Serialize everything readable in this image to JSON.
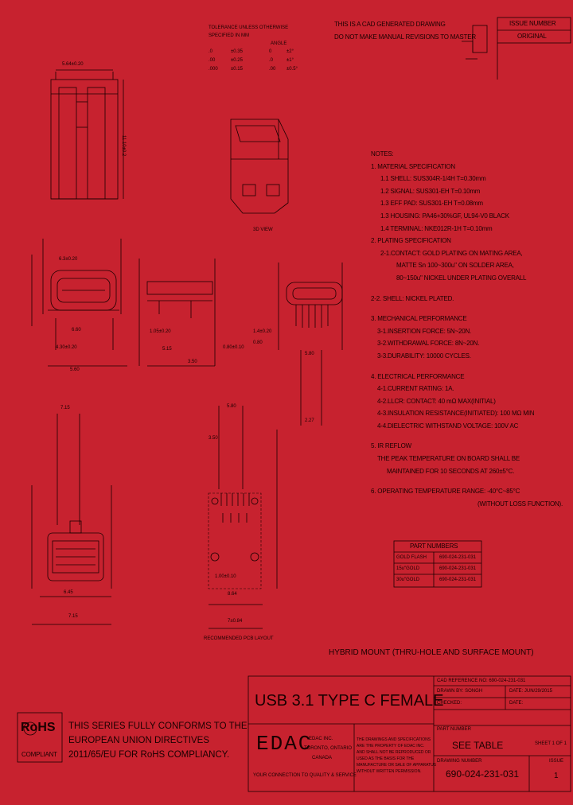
{
  "header": {
    "cad_note_line1": "THIS IS A CAD GENERATED DRAWING",
    "cad_note_line2": "DO NOT MAKE MANUAL REVISIONS TO MASTER",
    "issue_number_label": "ISSUE NUMBER",
    "issue_value": "ORIGINAL"
  },
  "tolerance": {
    "title": "TOLERANCE UNLESS OTHERWISE",
    "subtitle": "SPECIFIED IN MM",
    "angle_label": "ANGLE",
    "rows": [
      {
        "a": ".0",
        "b": "±0.35",
        "c": "0",
        "d": "±2°"
      },
      {
        "a": ".00",
        "b": "±0.25",
        "c": ".0",
        "d": "±1°"
      },
      {
        "a": ".000",
        "b": "±0.15",
        "c": ".00",
        "d": "±0.5°"
      }
    ]
  },
  "dims": {
    "top_width": "5.64±0.20",
    "side_len": "11.10±0.2",
    "iso_label": "3D VIEW",
    "d1": "6.3±0.20",
    "d2": "6.60",
    "d3": "4.30±0.20",
    "d4": "5.60",
    "d5": "1.05±0.20",
    "d6": "5.15",
    "d7": "3.50",
    "d8": "0.80±0.10",
    "d9": "1.4±0.20",
    "d10": "0.80",
    "d11": "5.80",
    "d12": "2.27",
    "d13": "5.80",
    "d14": "3.50",
    "d15": "7.15",
    "d16": "1.00±0.10",
    "d17": "8.64",
    "d18": "7.15",
    "d19": "6.45",
    "d20": "7±0.84",
    "pcb_note": "RECOMMENDED PCB LAYOUT"
  },
  "notes": {
    "title": "NOTES:",
    "lines": [
      "1. MATERIAL SPECIFICATION",
      "1.1 SHELL: SUS304R-1/4H T=0.30mm",
      "1.2 SIGNAL: SUS301-EH T=0.10mm",
      "1.3 EFF PAD: SUS301-EH T=0.08mm",
      "1.3 HOUSING: PA46+30%GF, UL94-V0 BLACK",
      "1.4 TERMINAL: NKE012R-1H T=0.10mm",
      "2. PLATING SPECIFICATION",
      "2-1.CONTACT: GOLD PLATING ON MATING AREA,",
      "MATTE Sn 100~300u\" ON SOLDER AREA,",
      "80~150u\" NICKEL UNDER PLATING OVERALL",
      "2-2. SHELL: NICKEL PLATED.",
      "3. MECHANICAL PERFORMANCE",
      "3-1.INSERTION FORCE: 5N~20N.",
      "3-2.WITHDRAWAL FORCE: 8N~20N.",
      "3-3.DURABILITY: 10000 CYCLES.",
      "4. ELECTRICAL PERFORMANCE",
      "4-1.CURRENT RATING: 1A.",
      "4-2.LLCR: CONTACT: 40 mΩ MAX(INITIAL)",
      "4-3.INSULATION RESISTANCE(INITIATED): 100 MΩ MIN",
      "4-4.DIELECTRIC WITHSTAND VOLTAGE: 100V AC",
      "5. IR REFLOW",
      "THE PEAK TEMPERATURE ON BOARD SHALL BE",
      "MAINTAINED FOR 10 SECONDS AT 260±5°C.",
      "6. OPERATING TEMPERATURE RANGE: -40°C~85°C",
      "(WITHOUT LOSS FUNCTION)."
    ]
  },
  "part_numbers": {
    "title": "PART NUMBERS",
    "rows": [
      {
        "plating": "GOLD FLASH",
        "pn": "690-024-231-031"
      },
      {
        "plating": "15u\"GOLD",
        "pn": "690-024-231-031"
      },
      {
        "plating": "30u\"GOLD",
        "pn": "690-024-231-031"
      }
    ]
  },
  "mount_text": "HYBRID MOUNT (THRU-HOLE AND SURFACE MOUNT)",
  "title_block": {
    "product": "USB 3.1 TYPE  C FEMALE",
    "cad_ref": "CAD REFERENCE NO: 690-024-231-031",
    "drawn": "DRAWN BY: SONGH",
    "date1": "DATE: JUN/29/2015",
    "checked": "CHECKED:",
    "date2": "DATE:",
    "part_number_label": "PART NUMBER",
    "part_number": "SEE TABLE",
    "sheet": "SHEET 1 OF 1",
    "drawing_no_label": "DRAWING NUMBER",
    "drawing_no": "690-024-231-031",
    "issue_label": "ISSUE",
    "issue": "1",
    "company": "EDAC INC.",
    "city": "TORONTO, ONTARIO",
    "country": "CANADA",
    "tagline": "YOUR CONNECTION TO QUALITY & SERVICE",
    "logo": "EDAC",
    "disclaimer": [
      "THE DRAWINGS AND SPECIFICATIONS",
      "ARE THE PROPERTY OF EDAC INC.",
      "AND SHALL NOT BE REPRODUCED OR",
      "USED AS THE BASIS FOR THE",
      "MANUFACTURE OR SALE OF APPARATUS",
      "WITHOUT WRITTEN PERMISSION."
    ]
  },
  "rohs": {
    "logo_top": "RoHS",
    "logo_bottom": "COMPLIANT",
    "statement": [
      "THIS SERIES FULLY CONFORMS TO THE",
      "EUROPEAN UNION DIRECTIVES",
      "2011/65/EU FOR RoHS COMPLIANCY."
    ]
  }
}
